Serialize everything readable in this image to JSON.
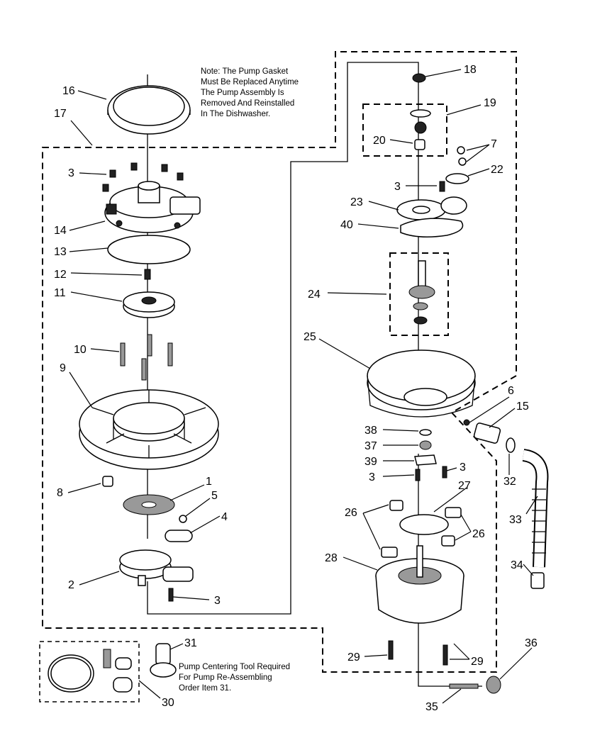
{
  "notes": {
    "pump_gasket": [
      "Note: The Pump Gasket",
      "Must Be Replaced Anytime",
      "The Pump Assembly Is",
      "Removed And Reinstalled",
      "In The Dishwasher."
    ],
    "centering_tool": [
      "Pump Centering Tool Required",
      "For Pump Re-Assembling",
      "Order Item 31."
    ]
  },
  "callouts": {
    "c16": "16",
    "c17": "17",
    "c3a": "3",
    "c14": "14",
    "c13": "13",
    "c12": "12",
    "c11": "11",
    "c10": "10",
    "c9": "9",
    "c8": "8",
    "c1": "1",
    "c5": "5",
    "c4": "4",
    "c2": "2",
    "c3b": "3",
    "c18": "18",
    "c19": "19",
    "c20": "20",
    "c7": "7",
    "c22": "22",
    "c3c": "3",
    "c23": "23",
    "c40": "40",
    "c24": "24",
    "c25": "25",
    "c6": "6",
    "c15": "15",
    "c38": "38",
    "c37": "37",
    "c39": "39",
    "c3d": "3",
    "c3e": "3",
    "c32": "32",
    "c27": "27",
    "c26a": "26",
    "c26b": "26",
    "c33": "33",
    "c28": "28",
    "c34": "34",
    "c29a": "29",
    "c29b": "29",
    "c36": "36",
    "c35": "35",
    "c31": "31",
    "c30": "30"
  }
}
